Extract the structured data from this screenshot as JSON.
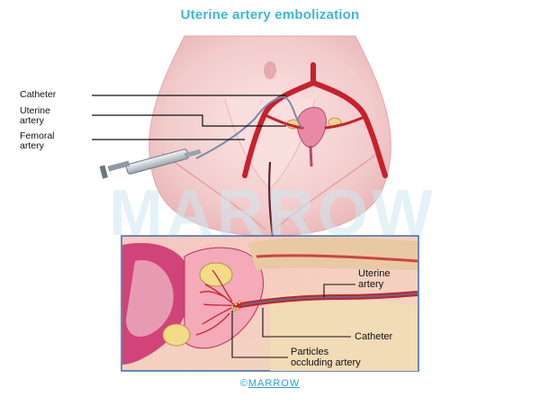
{
  "title": "Uterine artery embolization",
  "watermark": "MARROW",
  "labels_top": {
    "catheter": "Catheter",
    "uterine_1": "Uterine",
    "uterine_2": "artery",
    "femoral_1": "Femoral",
    "femoral_2": "artery"
  },
  "labels_inset": {
    "uterine_1": "Uterine",
    "uterine_2": "artery",
    "catheter": "Catheter",
    "particles_1": "Particles",
    "particles_2": "occluding artery"
  },
  "footer": {
    "symbol": "©",
    "brand": "MARROW"
  },
  "colors": {
    "title": "#3db8d8",
    "skin": "#f4d3d2",
    "artery": "#c8202c",
    "uterus": "#e06a8c",
    "inset_border": "#3a6aa8"
  }
}
